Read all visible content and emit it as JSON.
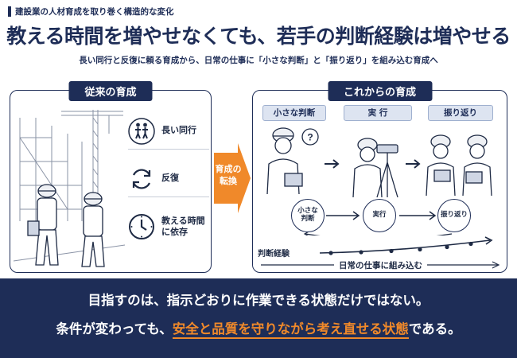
{
  "kicker": "建設業の人材育成を取り巻く構造的な変化",
  "title": {
    "part1": "教える時間を増やせなくても、",
    "part2": "若手の判断経験は増やせる"
  },
  "subtitle": "長い同行と反復に頼る育成から、日常の仕事に「小さな判断」と「振り返り」を組み込む育成へ",
  "left_panel": {
    "heading": "従来の育成",
    "items": [
      {
        "icon": "walking-people-icon",
        "label": "長い同行"
      },
      {
        "icon": "repeat-cycle-icon",
        "label": "反復"
      },
      {
        "icon": "clock-icon",
        "label_line1": "教える時間",
        "label_line2": "に依存"
      }
    ]
  },
  "transition": {
    "line1": "育成の",
    "line2": "転換",
    "color": "#f0892a"
  },
  "right_panel": {
    "heading": "これからの育成",
    "steps": [
      "小さな判断",
      "実 行",
      "振り返り"
    ],
    "question_mark": "?",
    "cycle_nodes": [
      {
        "line1": "小さな",
        "line2": "判断"
      },
      {
        "line1": "実行",
        "line2": ""
      },
      {
        "line1": "振り返り",
        "line2": ""
      }
    ],
    "growth_label": "判断経験",
    "timeline_label": "日常の仕事に組み込む"
  },
  "banner": {
    "line1": "目指すのは、指示どおりに作業できる状態だけではない。",
    "line2_pre": "条件が変わっても、",
    "line2_highlight": "安全と品質を守りながら考え直せる状態",
    "line2_post": "である。"
  },
  "colors": {
    "navy": "#1e2d57",
    "orange": "#f0892a",
    "tag_bg": "#dde4f1"
  }
}
